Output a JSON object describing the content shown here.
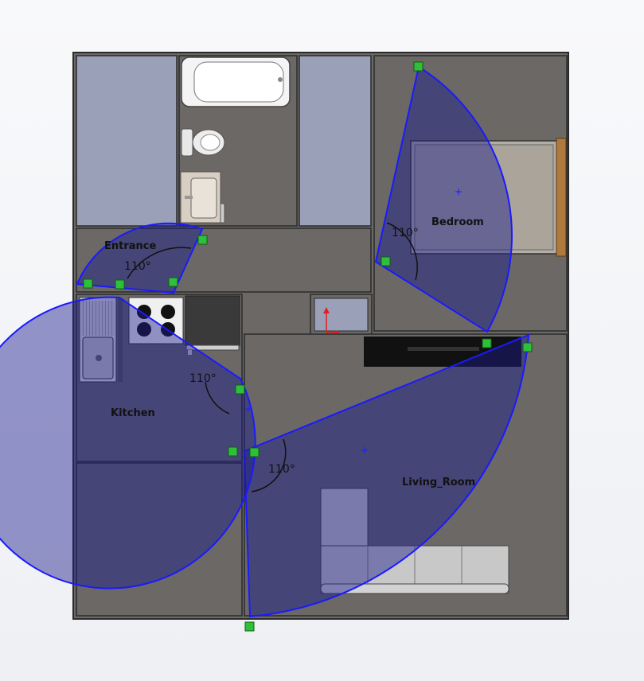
{
  "rooms": {
    "entrance": "Entrance",
    "bedroom": "Bedroom",
    "kitchen": "Kitchen",
    "living_room": "Living_Room"
  },
  "angles": {
    "entrance": "110°",
    "bedroom": "110°",
    "kitchen": "110°",
    "living_room": "110°"
  },
  "colors": {
    "wall": "#6b6866",
    "wall_edge": "#2b2b2b",
    "closet": "#9aa0b8",
    "fov_fill": "#1a1a8c",
    "fov_edge": "#1a1aff",
    "sensor": "#2fbf3a",
    "cabinet": "#3a3a3a",
    "tv": "#111111",
    "axis_x": "#e02020",
    "axis_y": "#e02020"
  },
  "icons": [
    "sensor-icon",
    "origin-axis-icon",
    "center-cross-icon"
  ]
}
